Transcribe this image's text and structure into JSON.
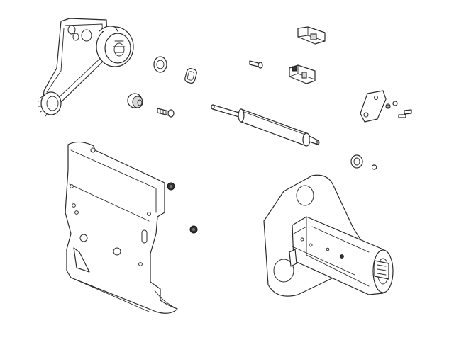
{
  "diagram": {
    "kind": "exploded-parts-view",
    "line_color": "#2a2a2a",
    "fill_color": "#ffffff",
    "shade_color": "#d9d9d9",
    "parts": [
      "pulley-belt-assembly",
      "washer",
      "retaining-ring",
      "flanged-bushing",
      "shoulder-screw",
      "small-screw",
      "bracket-clip-upper",
      "bracket-clip-lower",
      "platen-roller-shaft",
      "sensor-bracket",
      "hex-nut",
      "e-clip",
      "side-cover-plate",
      "grommet-upper",
      "grommet-lower",
      "ribbon-spindle-assembly"
    ]
  }
}
